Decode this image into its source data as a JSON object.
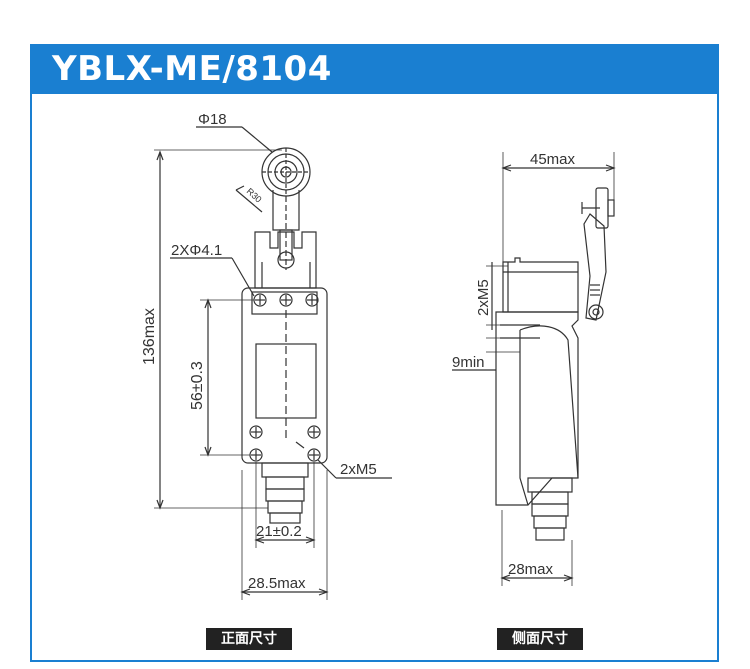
{
  "title": "YBLX-ME/8104",
  "front_view": {
    "caption": "正面尺寸",
    "dims": {
      "roller_diameter": "Φ18",
      "radius": "R30",
      "holes": "2XΦ4.1",
      "overall_height": "136max",
      "hole_spacing_v": "56±0.3",
      "hole_spacing_h": "21±0.2",
      "width": "28.5max",
      "thread": "2xM5"
    }
  },
  "side_view": {
    "caption": "侧面尺寸",
    "dims": {
      "depth_top": "45max",
      "thread": "2xM5",
      "min_gap": "9min",
      "depth_bottom": "28max"
    }
  },
  "colors": {
    "accent": "#1a7fd1",
    "line": "#333333",
    "badge_bg": "#222222"
  }
}
